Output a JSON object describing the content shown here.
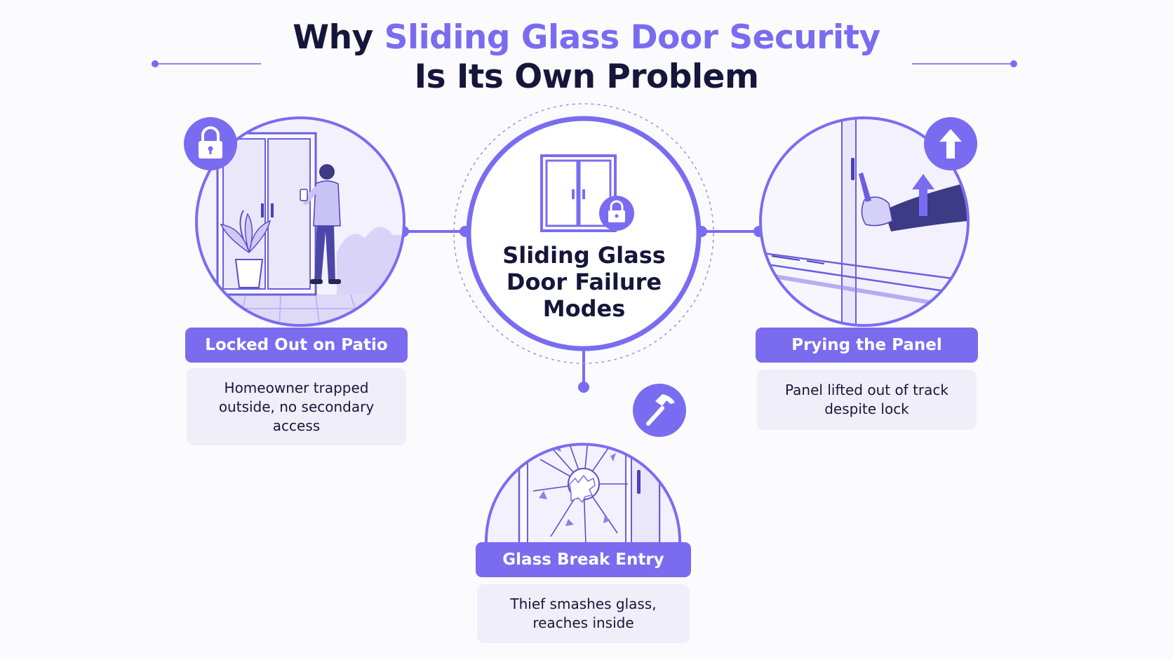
{
  "title": {
    "line1_prefix": "Why ",
    "line1_accent": "Sliding Glass Door Security",
    "line2": "Is Its Own Problem"
  },
  "center": {
    "text": "Sliding Glass Door Failure Modes",
    "icon": "sliding-door-lock-icon"
  },
  "modes": [
    {
      "label": "Locked Out on Patio",
      "description": "Homeowner trapped outside, no secondary access",
      "icon": "padlock-icon"
    },
    {
      "label": "Glass Break Entry",
      "description": "Thief smashes glass, reaches inside",
      "icon": "hammer-icon"
    },
    {
      "label": "Prying the Panel",
      "description": "Panel lifted out of track despite lock",
      "icon": "arrow-up-icon"
    }
  ],
  "colors": {
    "accent": "#7a6cf0",
    "label_bg": "#7b6bef",
    "card_bg": "#efeef9",
    "text_dark": "#15163a",
    "illustration_fill": "#f1effc"
  }
}
